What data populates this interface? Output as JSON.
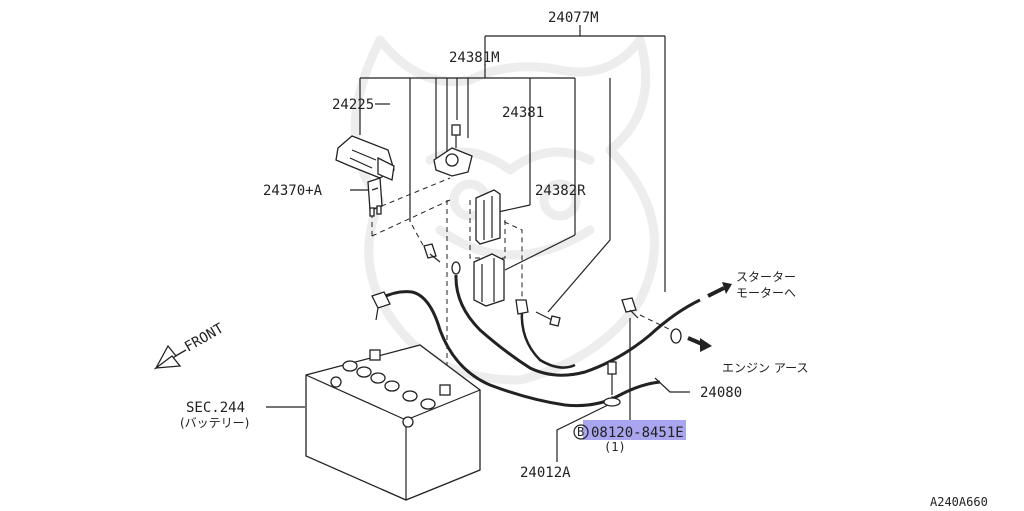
{
  "diagram": {
    "drawing_code": "A240A660",
    "front_label": "FRONT",
    "parts": {
      "p24077M": "24077M",
      "p24381M": "24381M",
      "p24225": "24225",
      "p24381": "24381",
      "p24370A": "24370+A",
      "p24382R": "24382R",
      "p24080": "24080",
      "p24012A": "24012A",
      "sec244": "SEC.244",
      "sec244_sub": "(バッテリー)",
      "bolt_symbol": "B",
      "bolt_part": "08120-8451E",
      "bolt_qty": "(1)"
    },
    "notes": {
      "starter_line1": "スターター",
      "starter_line2": "モーターへ",
      "engine_ground": "エンジン アース"
    },
    "colors": {
      "highlight": "#a9a5ee",
      "line": "#222222",
      "watermark": "#ededed"
    }
  }
}
